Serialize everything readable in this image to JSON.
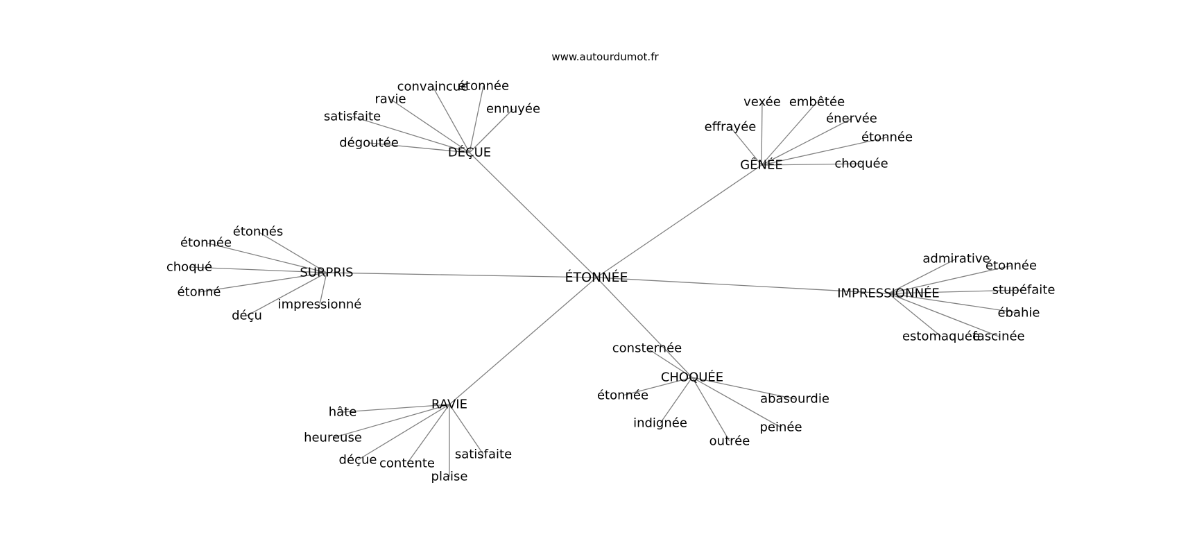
{
  "source": "www.autourdumot.fr",
  "center": "ÉTONNÉE",
  "colors": {
    "edge": "#808080",
    "text": "#000000",
    "background": "#ffffff"
  },
  "clusters": [
    {
      "id": "decue",
      "label": "DÉÇUE",
      "leaves": [
        "dégoutée",
        "satisfaite",
        "ravie",
        "convaincue",
        "étonnée",
        "ennuyée"
      ]
    },
    {
      "id": "genee",
      "label": "GÊNÉE",
      "leaves": [
        "effrayée",
        "vexée",
        "embêtée",
        "énervée",
        "étonnée",
        "choquée"
      ]
    },
    {
      "id": "surpris",
      "label": "SURPRIS",
      "leaves": [
        "étonnés",
        "étonnée",
        "choqué",
        "étonné",
        "déçu",
        "impressionné"
      ]
    },
    {
      "id": "impressionnee",
      "label": "IMPRESSIONNÉE",
      "leaves": [
        "admirative",
        "étonnée",
        "stupéfaite",
        "ébahie",
        "fascinée",
        "estomaquée"
      ]
    },
    {
      "id": "choquee",
      "label": "CHOQUÉE",
      "leaves": [
        "consternée",
        "étonnée",
        "indignée",
        "outrée",
        "peinée",
        "abasourdie"
      ]
    },
    {
      "id": "ravie",
      "label": "RAVIE",
      "leaves": [
        "hâte",
        "heureuse",
        "déçue",
        "contente",
        "plaise",
        "satisfaite"
      ]
    }
  ]
}
